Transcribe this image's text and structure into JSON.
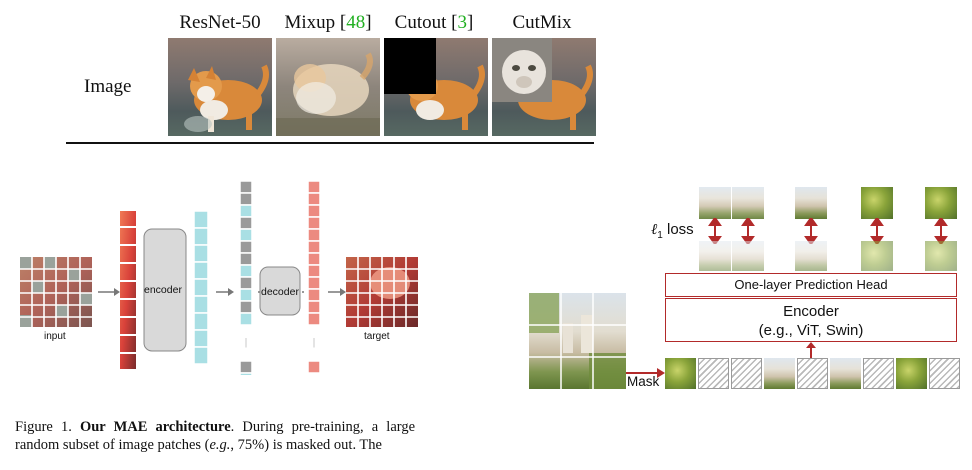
{
  "table": {
    "columns": [
      {
        "name": "ResNet-50",
        "ref": ""
      },
      {
        "name": "Mixup",
        "ref": "48"
      },
      {
        "name": "Cutout",
        "ref": "3"
      },
      {
        "name": "CutMix",
        "ref": ""
      }
    ],
    "row_label": "Image"
  },
  "mae": {
    "input_label": "input",
    "encoder_label": "encoder",
    "decoder_label": "decoder",
    "target_label": "target",
    "colors": {
      "encoder_token": "#a9dfe4",
      "decoder_token": "#ec8a80",
      "mask_token": "#9a9a9a",
      "block": "#d9d9d9"
    }
  },
  "caption": {
    "prefix": "Figure 1.",
    "title": "Our MAE architecture",
    "text1": ". During pre-training, a large",
    "text2": "random subset of image patches (",
    "eg": "e.g.",
    "text3": ", 75%) is masked out. The"
  },
  "simmim": {
    "loss_label": "ℓ",
    "loss_sub": "1",
    "loss_word": "loss",
    "head_label": "One-layer Prediction Head",
    "encoder_title": "Encoder",
    "encoder_sub": "(e.g., ViT, Swin)",
    "mask_label": "Mask",
    "accent": "#b22a2a"
  }
}
